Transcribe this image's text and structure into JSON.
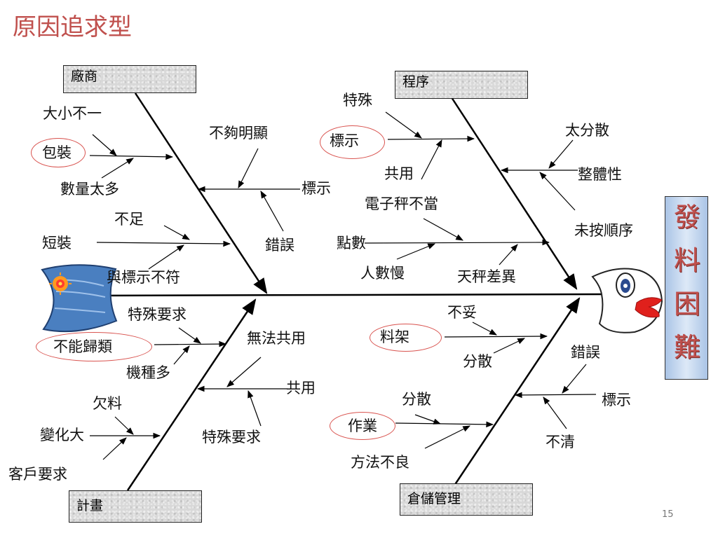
{
  "slide": {
    "title": "原因追求型",
    "page_number": "15"
  },
  "result": {
    "chars": [
      "發",
      "料",
      "困",
      "難"
    ]
  },
  "categories": {
    "vendor": "廠商",
    "procedure": "程序",
    "plan": "計畫",
    "warehouse": "倉儲管理"
  },
  "causes": {
    "size_differ": "大小不一",
    "packaging": "包裝",
    "qty_too_many": "數量太多",
    "not_obvious": "不夠明顯",
    "mark_vendor": "標示",
    "error_vendor": "錯誤",
    "insufficient": "不足",
    "short_pack": "短裝",
    "mismatch_mark": "與標示不符",
    "special": "特殊",
    "mark_proc": "標示",
    "shared_proc": "共用",
    "too_scattered": "太分散",
    "integrity": "整體性",
    "scale_improper": "電子秤不當",
    "not_in_order": "未按順序",
    "counting": "點數",
    "slow_people": "人數慢",
    "balance_diff": "天秤差異",
    "special_req_1": "特殊要求",
    "cannot_classify": "不能歸類",
    "many_models": "機種多",
    "cannot_share": "無法共用",
    "shared_plan": "共用",
    "shortage": "欠料",
    "big_change": "變化大",
    "special_req_2": "特殊要求",
    "customer_req": "客戶要求",
    "improper": "不妥",
    "rack": "料架",
    "scattered_rack": "分散",
    "error_wh": "錯誤",
    "mark_wh": "標示",
    "scattered_work": "分散",
    "work": "作業",
    "unclear": "不清",
    "bad_method": "方法不良"
  },
  "colors": {
    "title": "#c0504d",
    "oval": "#d9534f",
    "result_bg": "#aac4e6",
    "tail": "#4a7fc0",
    "lips": "#e0201c"
  },
  "icons": {
    "fish_head": "fish-head-icon",
    "fish_tail": "fish-tail-icon",
    "sun": "sun-swirl-icon"
  }
}
